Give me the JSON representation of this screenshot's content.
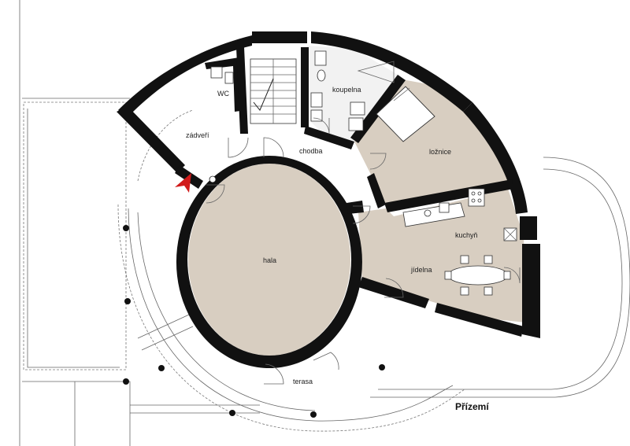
{
  "plan": {
    "title": "Přízemí",
    "fill_color": "#d8cec1",
    "wall_color": "#111111",
    "entrance_marker_color": "#d11a1a",
    "rooms": {
      "wc": "WC",
      "koupelna": "koupelna",
      "zadveri": "zádveří",
      "chodba": "chodba",
      "loznice": "ložnice",
      "kuchyn": "kuchyň",
      "jidelna": "jídelna",
      "hala": "hala",
      "terasa": "terasa"
    }
  }
}
